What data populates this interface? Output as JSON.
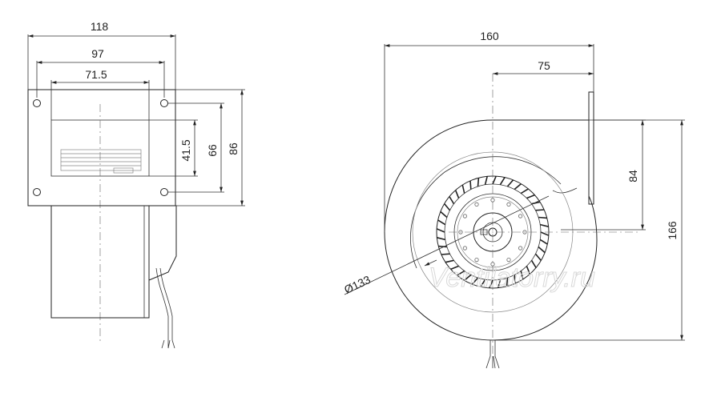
{
  "side_view": {
    "dims": {
      "width_118": "118",
      "width_97": "97",
      "width_71_5": "71.5",
      "height_41_5": "41.5",
      "height_66": "66",
      "height_86": "86"
    }
  },
  "front_view": {
    "dims": {
      "width_160": "160",
      "width_75": "75",
      "height_84": "84",
      "height_166": "166",
      "diameter_133": "Ø133"
    }
  },
  "watermark": "Ventilatorry.ru",
  "colors": {
    "line": "#222222",
    "light_line": "#888888",
    "watermark": "#d8d8d8"
  }
}
